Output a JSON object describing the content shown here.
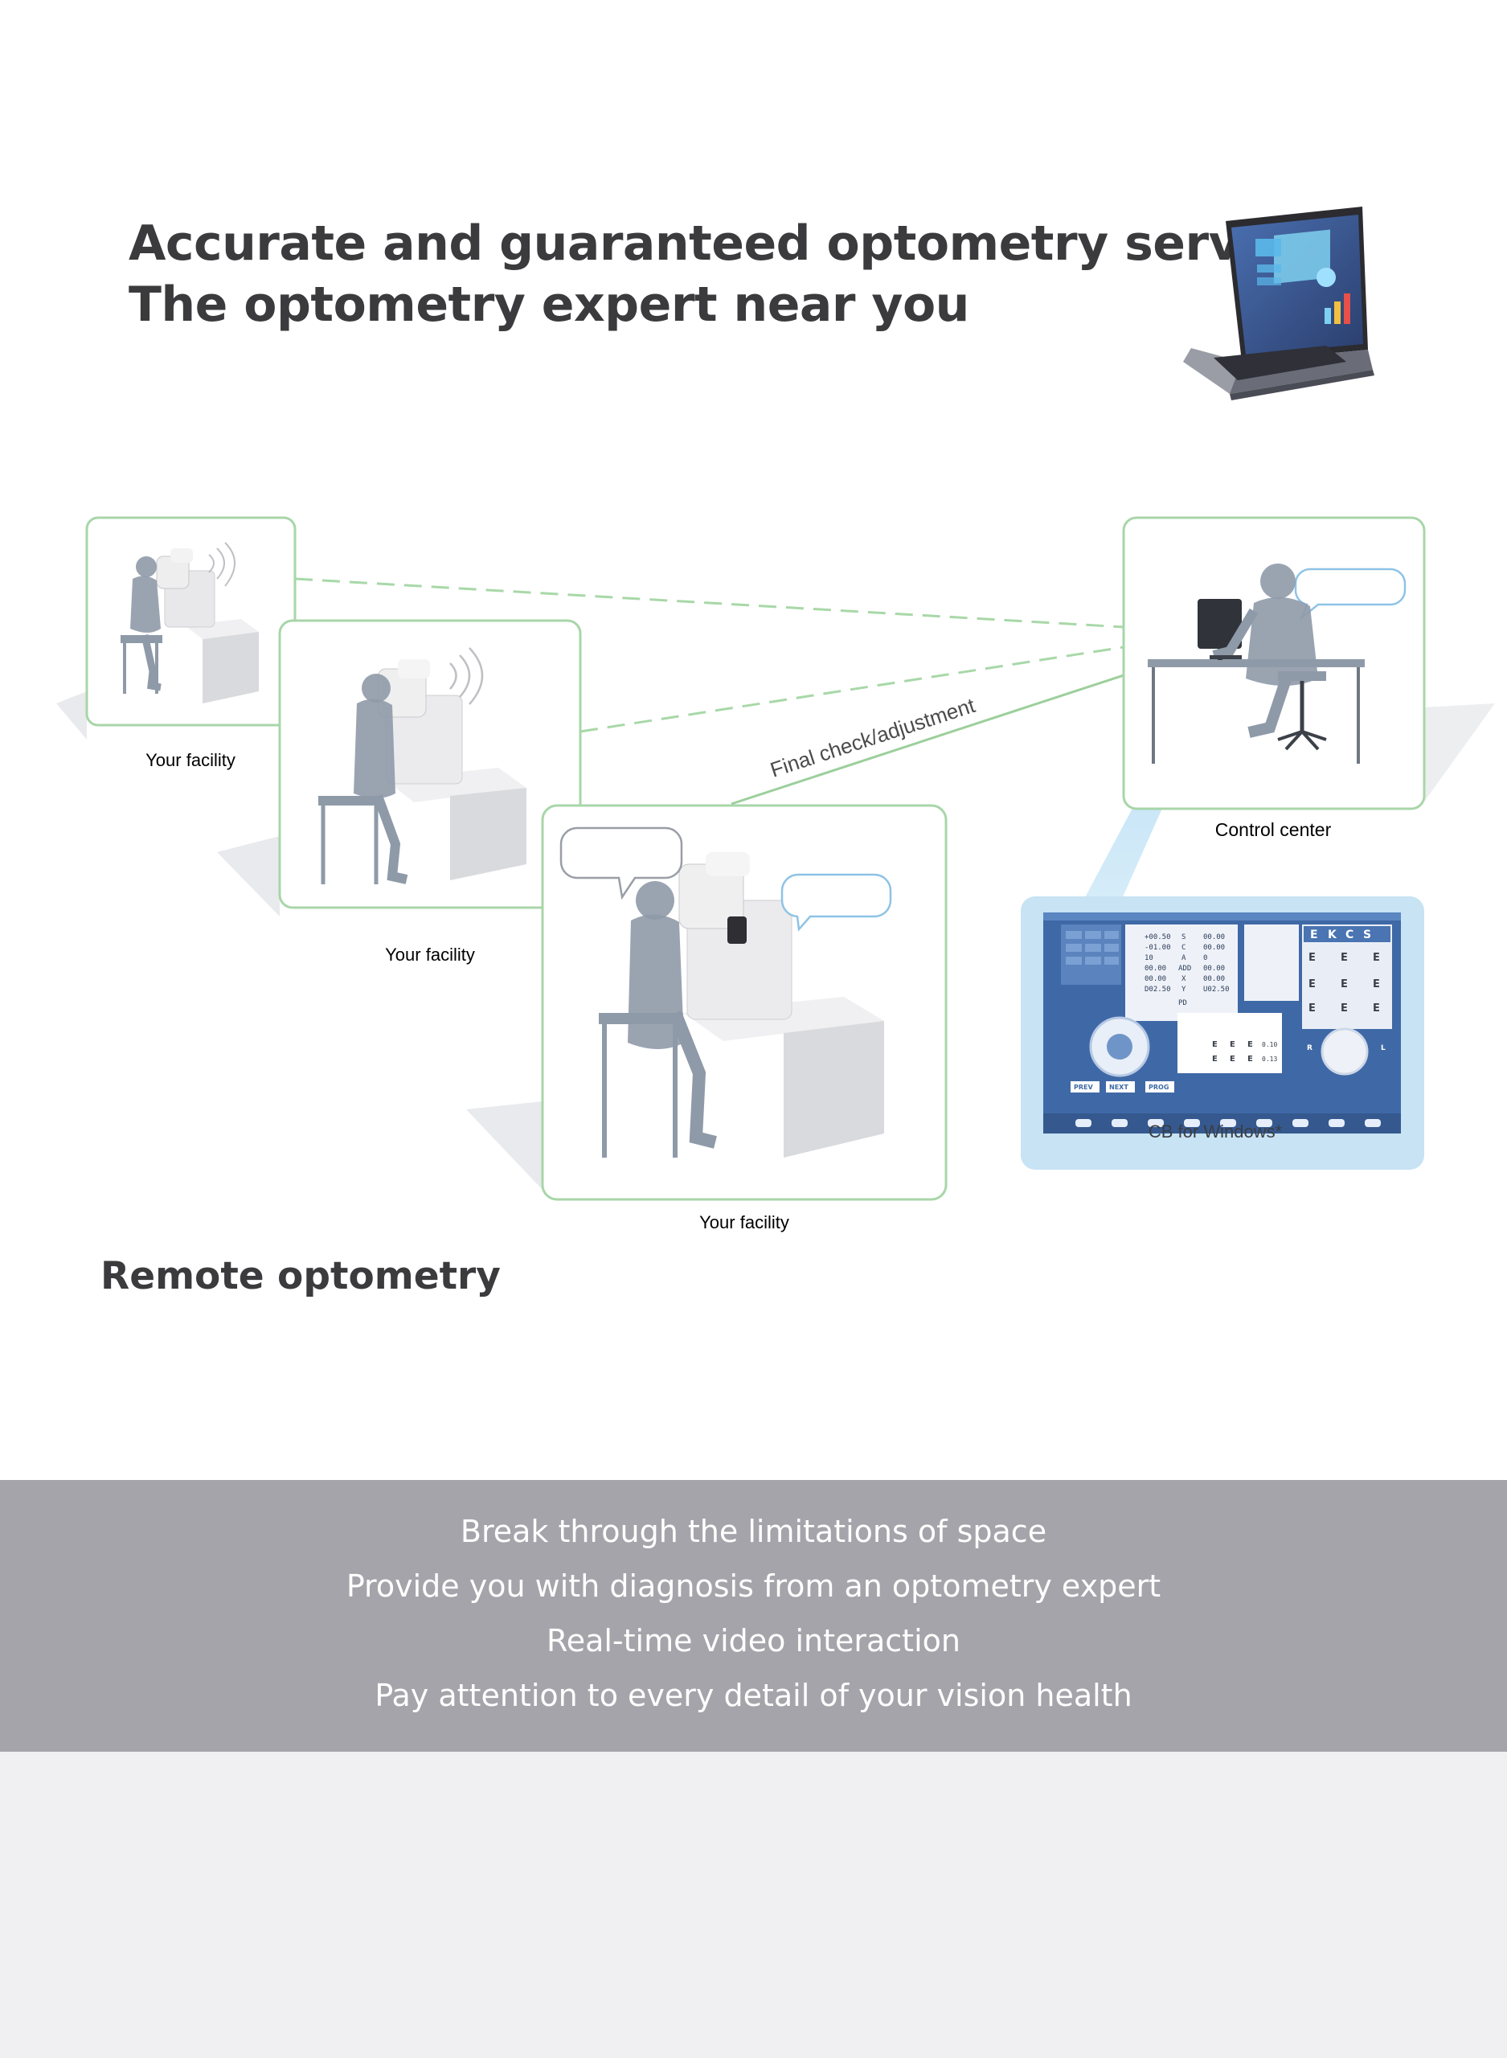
{
  "headline": {
    "line1": "Accurate and guaranteed optometry services;",
    "line2": "The optometry expert near you"
  },
  "diagram": {
    "facility_label": "Your facility",
    "control_center_label": "Control center",
    "connection_label": "Final check/adjustment",
    "software_label": "CB for Windows*",
    "colors": {
      "frame_green": "#9ccf9c",
      "dash_green": "#8fc98f",
      "silhouette": "#8f9aa8",
      "screen_panel": "#c7e3f4",
      "screen_blue": "#3f69a6",
      "bubble_blue": "#8ec3e6"
    },
    "software": {
      "chart_letters": [
        "E",
        "K",
        "C",
        "S"
      ],
      "acuity_values": [
        "0.10",
        "0.13"
      ],
      "prism_label": "PD",
      "buttons": [
        "PREV",
        "NEXT",
        "PROG"
      ],
      "left_readings": [
        "+00.50",
        "-01.00",
        "10",
        "00.00",
        "00.00",
        "D02.50"
      ],
      "right_readings": [
        "00.00",
        "00.00",
        "0",
        "00.00",
        "00.00",
        "U02.50"
      ],
      "row_tags": [
        "S",
        "C",
        "A",
        "ADD",
        "X",
        "Y"
      ],
      "side_letters": [
        "R",
        "L"
      ]
    }
  },
  "section_title": "Remote optometry",
  "banner": {
    "lines": [
      "Break through the limitations of space",
      "Provide you with diagnosis from an optometry expert",
      "Real-time video interaction",
      "Pay attention to every detail of your vision health"
    ]
  }
}
